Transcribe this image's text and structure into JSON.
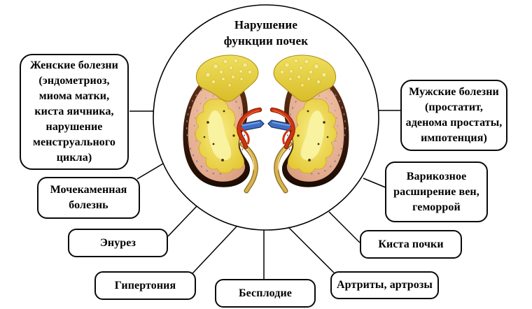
{
  "diagram": {
    "center": {
      "title": "Нарушение\nфункции почек",
      "illustration": "kidneys-cross-section-illustration"
    },
    "nodes": [
      {
        "id": "women-diseases",
        "label": "Женские болезни\n(эндометриоз,\nмиома матки,\nкиста яичника,\nнарушение\nменструального\nцикла)"
      },
      {
        "id": "urolithiasis",
        "label": "Мочекаменная\nболезнь"
      },
      {
        "id": "enuresis",
        "label": "Энурез"
      },
      {
        "id": "hypertension",
        "label": "Гипертония"
      },
      {
        "id": "infertility",
        "label": "Бесплодие"
      },
      {
        "id": "arthritis-arthrosis",
        "label": "Артриты, артрозы"
      },
      {
        "id": "kidney-cyst",
        "label": "Киста почки"
      },
      {
        "id": "varicose-veins",
        "label": "Варикозное\nрасширение вен,\nгеморрой"
      },
      {
        "id": "men-diseases",
        "label": "Мужские болезни\n(простатит,\nаденома простаты,\nимпотенция)"
      }
    ],
    "palette": {
      "outline": "#000000",
      "node_background": "#ffffff",
      "kidney_cortex": "#e2a98d",
      "kidney_rim": "#2a1306",
      "renal_sinus": "#eed84a",
      "adrenal_gland": "#e7d13d",
      "renal_vein": "#3f6fc4",
      "renal_artery": "#cd3512",
      "ureter": "#d8b354"
    }
  }
}
